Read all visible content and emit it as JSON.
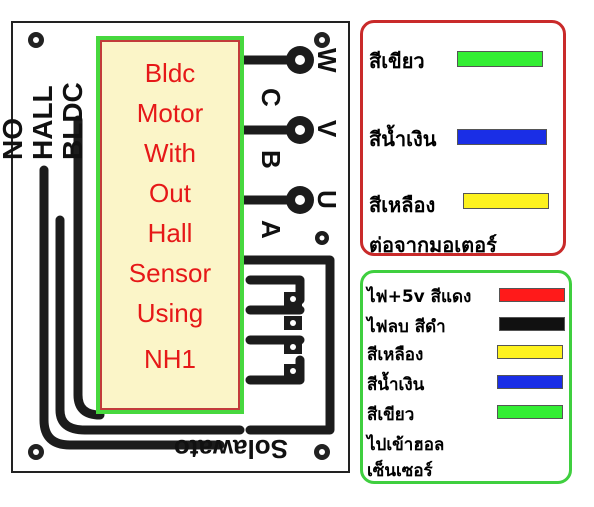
{
  "pcb": {
    "silk_left": [
      "NO",
      "HALL",
      "BLDC"
    ],
    "pad_labels": [
      "W",
      "V",
      "U"
    ],
    "phase_labels": [
      "C",
      "B",
      "A"
    ],
    "footer": "Solawato"
  },
  "note": {
    "lines": [
      "Bldc",
      "Motor",
      "With",
      "Out",
      "Hall",
      "Sensor",
      "Using",
      "NH1"
    ]
  },
  "motor_panel": {
    "items": [
      {
        "label": "สีเขียว",
        "color": "#33ee33"
      },
      {
        "label": "สีน้ำเงิน",
        "color": "#1a2ee6"
      },
      {
        "label": "สีเหลือง",
        "color": "#fdf21e"
      }
    ],
    "caption": "ต่อจากมอเตอร์"
  },
  "hall_panel": {
    "items": [
      {
        "label": "ไฟ+5v สีแดง",
        "color": "#ff1a1a"
      },
      {
        "label": "ไฟลบ สีดำ",
        "color": "#111111"
      },
      {
        "label": "สีเหลือง",
        "color": "#fdf21e"
      },
      {
        "label": "สีน้ำเงิน",
        "color": "#1a2ee6"
      },
      {
        "label": "สีเขียว",
        "color": "#33ee33"
      }
    ],
    "caption_lines": [
      "ไปเข้าฮอล",
      "เซ็นเซอร์"
    ]
  }
}
